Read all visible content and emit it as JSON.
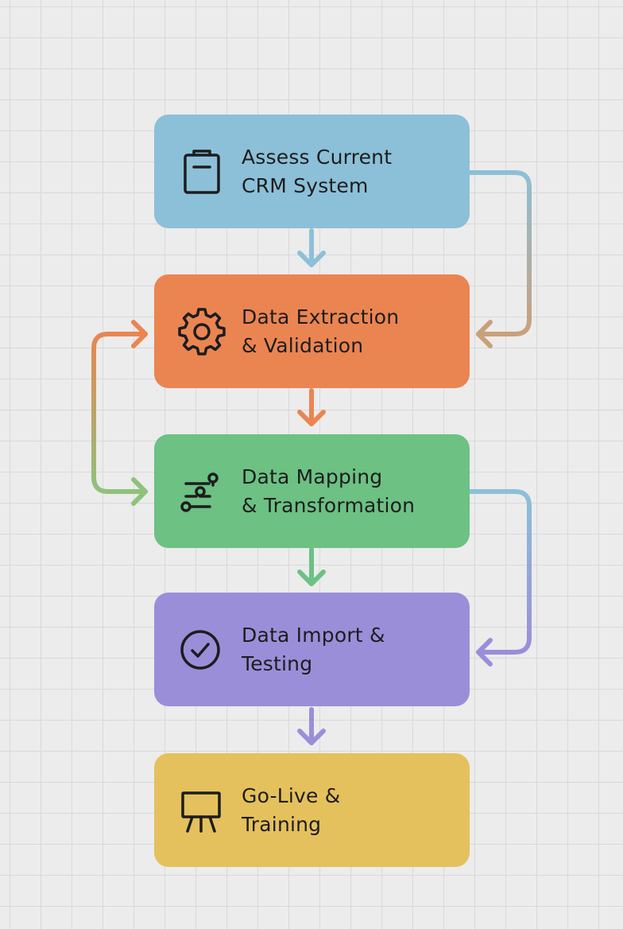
{
  "diagram": {
    "steps": [
      {
        "label": "Assess Current\nCRM System",
        "color": "#8cc0d8",
        "icon": "clipboard-icon"
      },
      {
        "label": "Data Extraction\n& Validation",
        "color": "#ea8552",
        "icon": "gear-icon"
      },
      {
        "label": "Data Mapping\n& Transformation",
        "color": "#6cc183",
        "icon": "mapping-icon"
      },
      {
        "label": "Data Import &\nTesting",
        "color": "#9b8ed9",
        "icon": "check-circle-icon"
      },
      {
        "label": "Go-Live &\nTraining",
        "color": "#e4c15d",
        "icon": "presentation-board-icon"
      }
    ],
    "connector_colors": {
      "blue": "#8cc0d8",
      "orange": "#ea8552",
      "green": "#6cc183",
      "purple": "#9b8ed9",
      "tan": "#c9a07a",
      "sage": "#9fbf7a"
    }
  }
}
